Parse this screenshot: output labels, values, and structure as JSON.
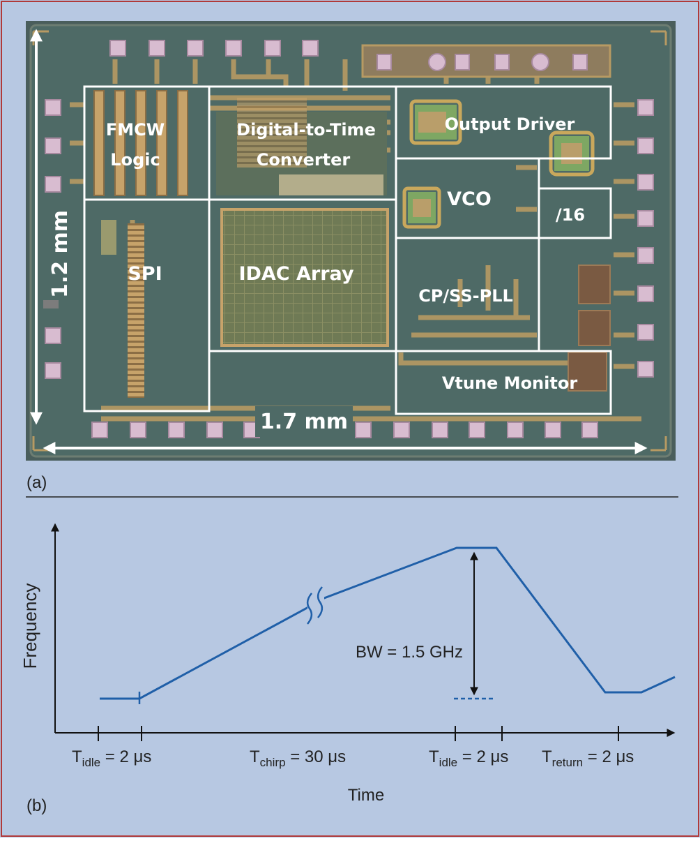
{
  "colors": {
    "background": "#b7c8e2",
    "frame": "#b03a3a",
    "die": "#4e6a66",
    "trace": "#b79a63",
    "outline": "#ffffff",
    "curve": "#1f5fa8",
    "text": "#222222"
  },
  "panel_a": {
    "caption": "(a)",
    "dimension_height": "1.2 mm",
    "dimension_width": "1.7 mm",
    "blocks": {
      "fmcw_logic_line1": "FMCW",
      "fmcw_logic_line2": "Logic",
      "dtc_line1": "Digital-to-Time",
      "dtc_line2": "Converter",
      "output_driver": "Output Driver",
      "vco": "VCO",
      "divider": "/16",
      "spi": "SPI",
      "idac_array": "IDAC Array",
      "cp_ss_pll": "CP/SS-PLL",
      "vtune_monitor": "Vtune Monitor"
    }
  },
  "panel_b": {
    "caption": "(b)",
    "y_axis_label": "Frequency",
    "x_axis_label": "Time",
    "bandwidth_label": "BW = 1.5 GHz",
    "time_labels": [
      {
        "symbol": "T",
        "subscript": "idle",
        "value": " = 2 μs"
      },
      {
        "symbol": "T",
        "subscript": "chirp",
        "value": " = 30 μs"
      },
      {
        "symbol": "T",
        "subscript": "idle",
        "value": " = 2 μs"
      },
      {
        "symbol": "T",
        "subscript": "return",
        "value": " = 2 μs"
      }
    ]
  }
}
